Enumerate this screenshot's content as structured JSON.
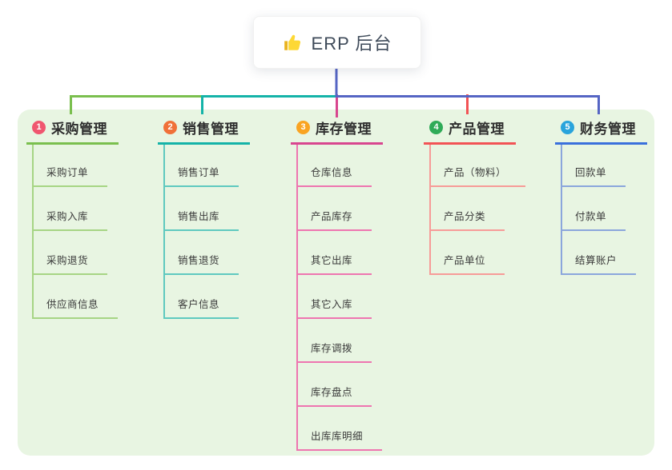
{
  "root": {
    "title": "ERP 后台",
    "icon": "thumbs-up"
  },
  "colors": {
    "root_line": "#5565c4",
    "panel_bg": "#e8f5e2"
  },
  "branches": [
    {
      "num": "1",
      "title": "采购管理",
      "badge_color": "#f0566f",
      "line_color": "#7abf4e",
      "child_line_color": "#a6d584",
      "children": [
        "采购订单",
        "采购入库",
        "采购退货",
        "供应商信息"
      ]
    },
    {
      "num": "2",
      "title": "销售管理",
      "badge_color": "#f07038",
      "line_color": "#14b3a8",
      "child_line_color": "#5fc9bf",
      "children": [
        "销售订单",
        "销售出库",
        "销售退货",
        "客户信息"
      ]
    },
    {
      "num": "3",
      "title": "库存管理",
      "badge_color": "#f9a422",
      "line_color": "#d8468f",
      "child_line_color": "#ee75b0",
      "children": [
        "仓库信息",
        "产品库存",
        "其它出库",
        "其它入库",
        "库存调拨",
        "库存盘点",
        "出库库明细"
      ]
    },
    {
      "num": "4",
      "title": "产品管理",
      "badge_color": "#2fab58",
      "line_color": "#f25355",
      "child_line_color": "#f79b98",
      "children": [
        "产品（物料）",
        "产品分类",
        "产品单位"
      ]
    },
    {
      "num": "5",
      "title": "财务管理",
      "badge_color": "#29a4dc",
      "line_color": "#3a70dc",
      "child_line_color": "#8ba6dc",
      "children": [
        "回款单",
        "付款单",
        "结算账户"
      ]
    }
  ]
}
